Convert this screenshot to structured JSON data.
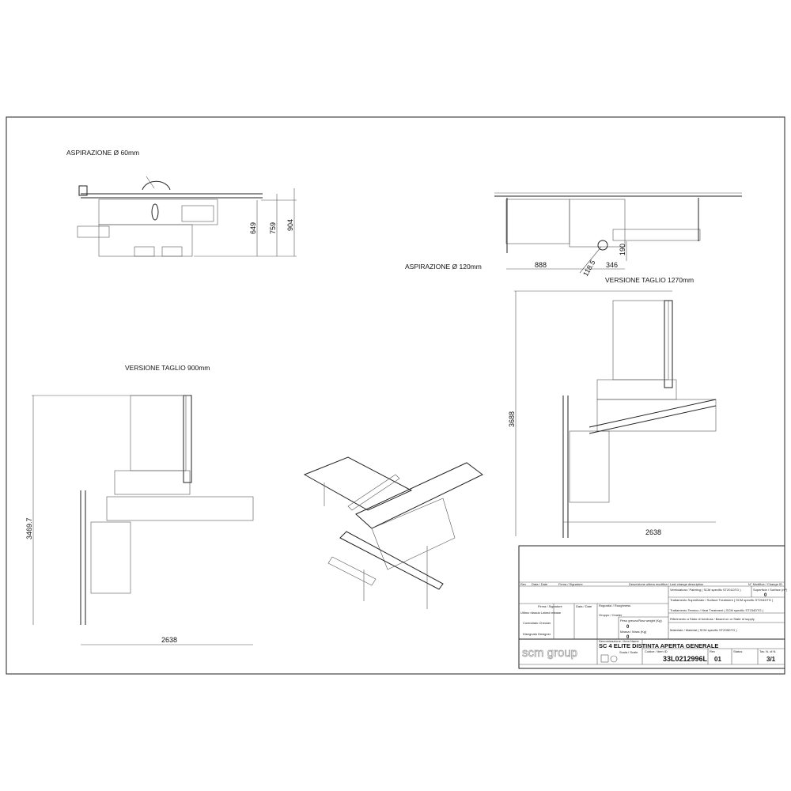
{
  "views": {
    "side_left": {
      "label": "ASPIRAZIONE Ø 60mm",
      "dims": [
        "904",
        "759",
        "649"
      ]
    },
    "side_right": {
      "label": "ASPIRAZIONE Ø 120mm",
      "dims": [
        "888",
        "346",
        "190",
        "118.5"
      ]
    },
    "top_1270": {
      "label": "VERSIONE TAGLIO 1270mm",
      "dims": [
        "3688",
        "2638"
      ]
    },
    "top_900": {
      "label": "VERSIONE TAGLIO 900mm",
      "dims": [
        "3469.7",
        "2638"
      ]
    }
  },
  "title_block": {
    "rev_header": "Rev",
    "date_header": "Data / Date",
    "signature_header": "Firma / Signature",
    "last_change_header": "Descrizione ultima modifica / Last change description",
    "change_id_header": "N° Modifica / Change ID",
    "painting": "Verniciatura / Painting ( SCM specific ST201DTG )",
    "surface": "Superficie / Surface (m²)",
    "surface_value": "0",
    "surface_treatment": "Trattamento Superficiale / Surface Treatment ( SCM specific ST204DTG )",
    "heat_treatment": "Trattamento Termico / Heat Treatment ( SCM specific ST234DTG )",
    "roughness": "Rugosita' / Roughness",
    "firma_signature": "Firma / Signature",
    "data_date": "Data / Date",
    "latest_release": "Ultimo rilascio Latest release",
    "checker": "Controllato Checker",
    "designer": "Disegnato Designer",
    "raw_weight": "Peso grezzo/Raw weight (Kg)",
    "raw_weight_value": "0",
    "group": "Gruppo / Cluster",
    "mass": "Massa / Mass (Kg)",
    "mass_value": "0",
    "supply_state": "Riferimento a Stato di fornitura / Based on or State of supply",
    "material": "Materiale / Material ( SCM specific ST205DTG )",
    "item_name_label": "Denominazione / Item Name",
    "item_name": "SC 4 ELITE DISTINTA APERTA GENERALE",
    "scale_label": "Scala / Scale",
    "code_label": "Codice / Item ID",
    "code": "33L0212996L",
    "rev_label": "Rev",
    "rev": "01",
    "status_label": "Status",
    "sheet_label": "Tav. N. di N.",
    "sheet": "3/1",
    "logo": "scm group"
  }
}
